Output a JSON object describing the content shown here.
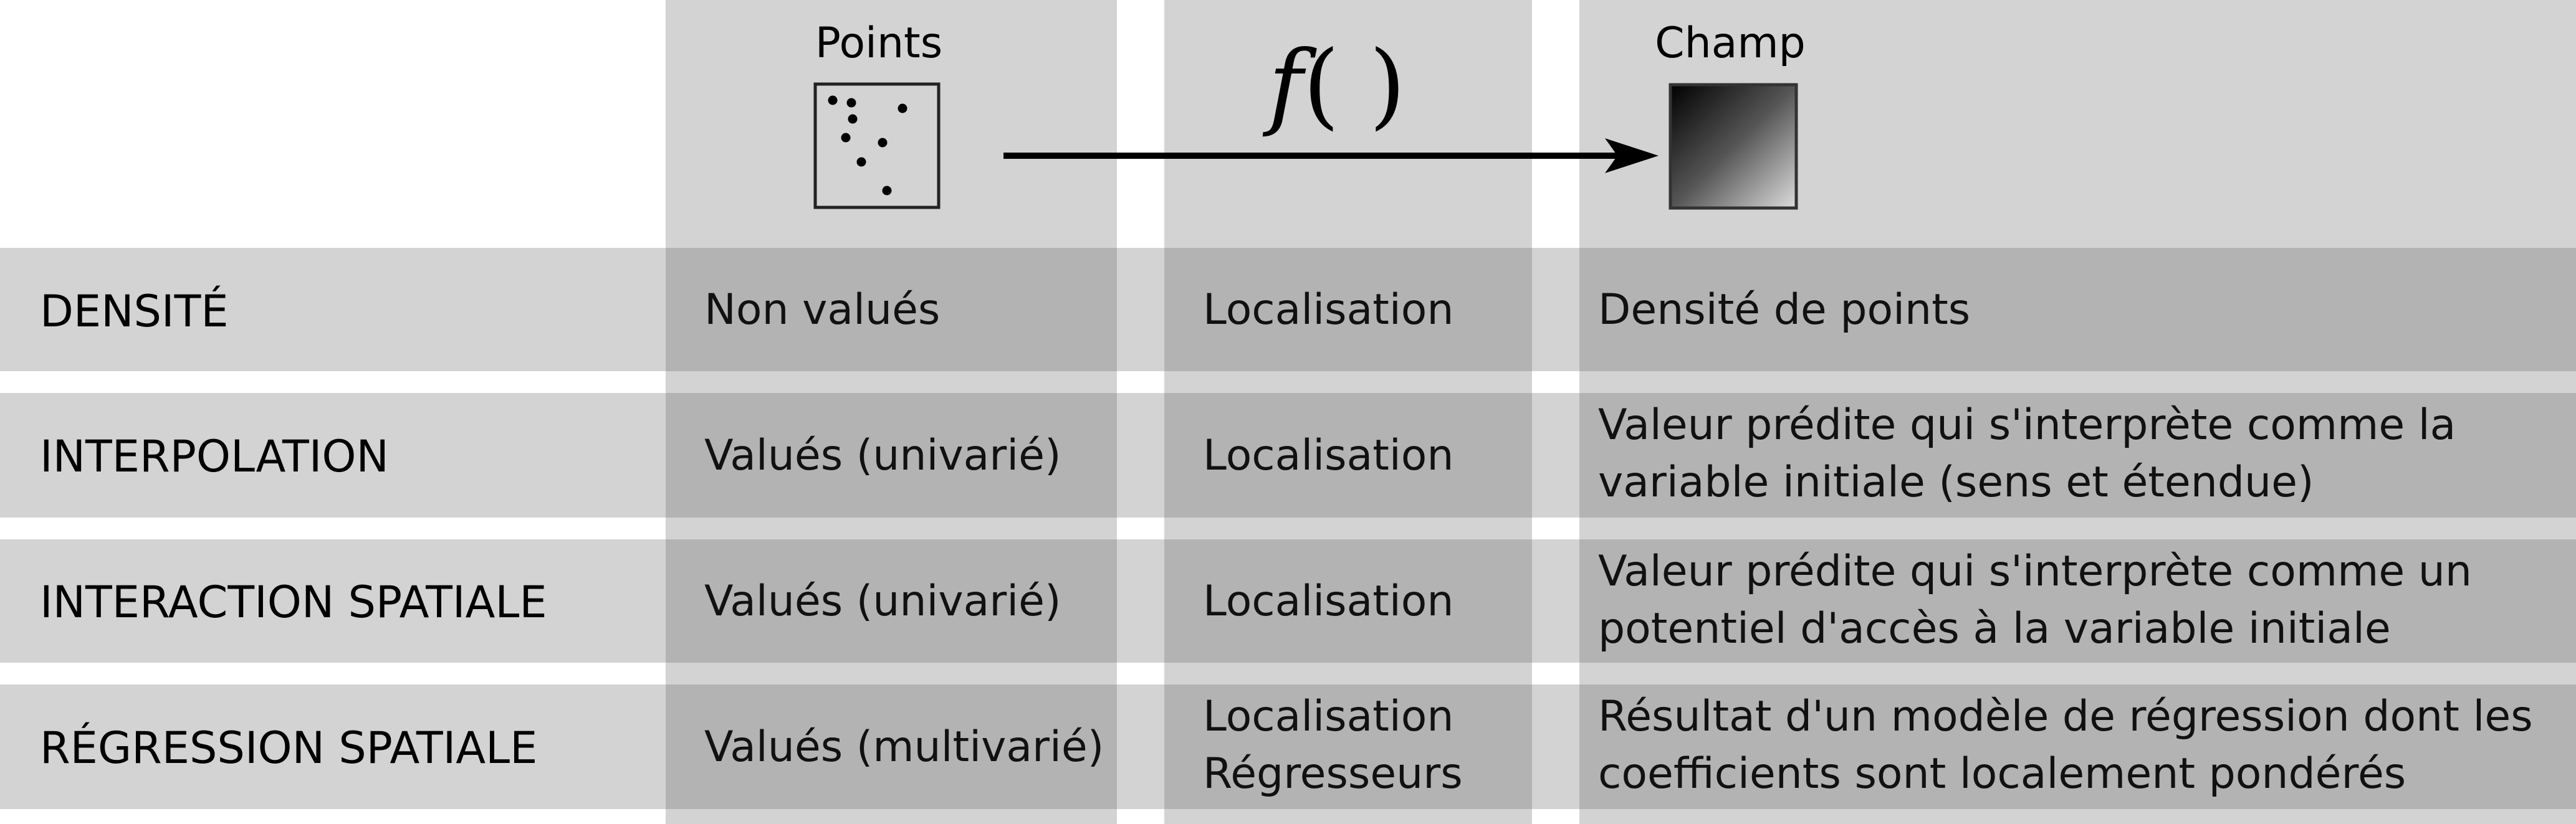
{
  "header": {
    "points_label": "Points",
    "function_name": "f",
    "function_parens": "( )",
    "field_label": "Champ"
  },
  "rows": [
    {
      "title": "DENSITÉ",
      "input": "Non valués",
      "function": [
        "Localisation"
      ],
      "output": [
        "Densité de points"
      ]
    },
    {
      "title": "INTERPOLATION",
      "input": "Valués (univarié)",
      "function": [
        "Localisation"
      ],
      "output": [
        "Valeur prédite qui s'interprète comme la",
        "variable initiale (sens et étendue)"
      ]
    },
    {
      "title": "INTERACTION SPATIALE",
      "input": "Valués (univarié)",
      "function": [
        "Localisation"
      ],
      "output": [
        "Valeur prédite qui s'interprète comme un",
        "potentiel d'accès à la variable initiale"
      ]
    },
    {
      "title": "RÉGRESSION SPATIALE",
      "input": "Valués (multivarié)",
      "function": [
        "Localisation",
        "Régresseurs"
      ],
      "output": [
        "Résultat d'un modèle de régression dont les",
        "coefficients sont localement pondérés"
      ]
    }
  ],
  "colors": {
    "light_band": "#d3d3d3",
    "dark_cell": "#b3b3b3",
    "background": "#ffffff"
  }
}
